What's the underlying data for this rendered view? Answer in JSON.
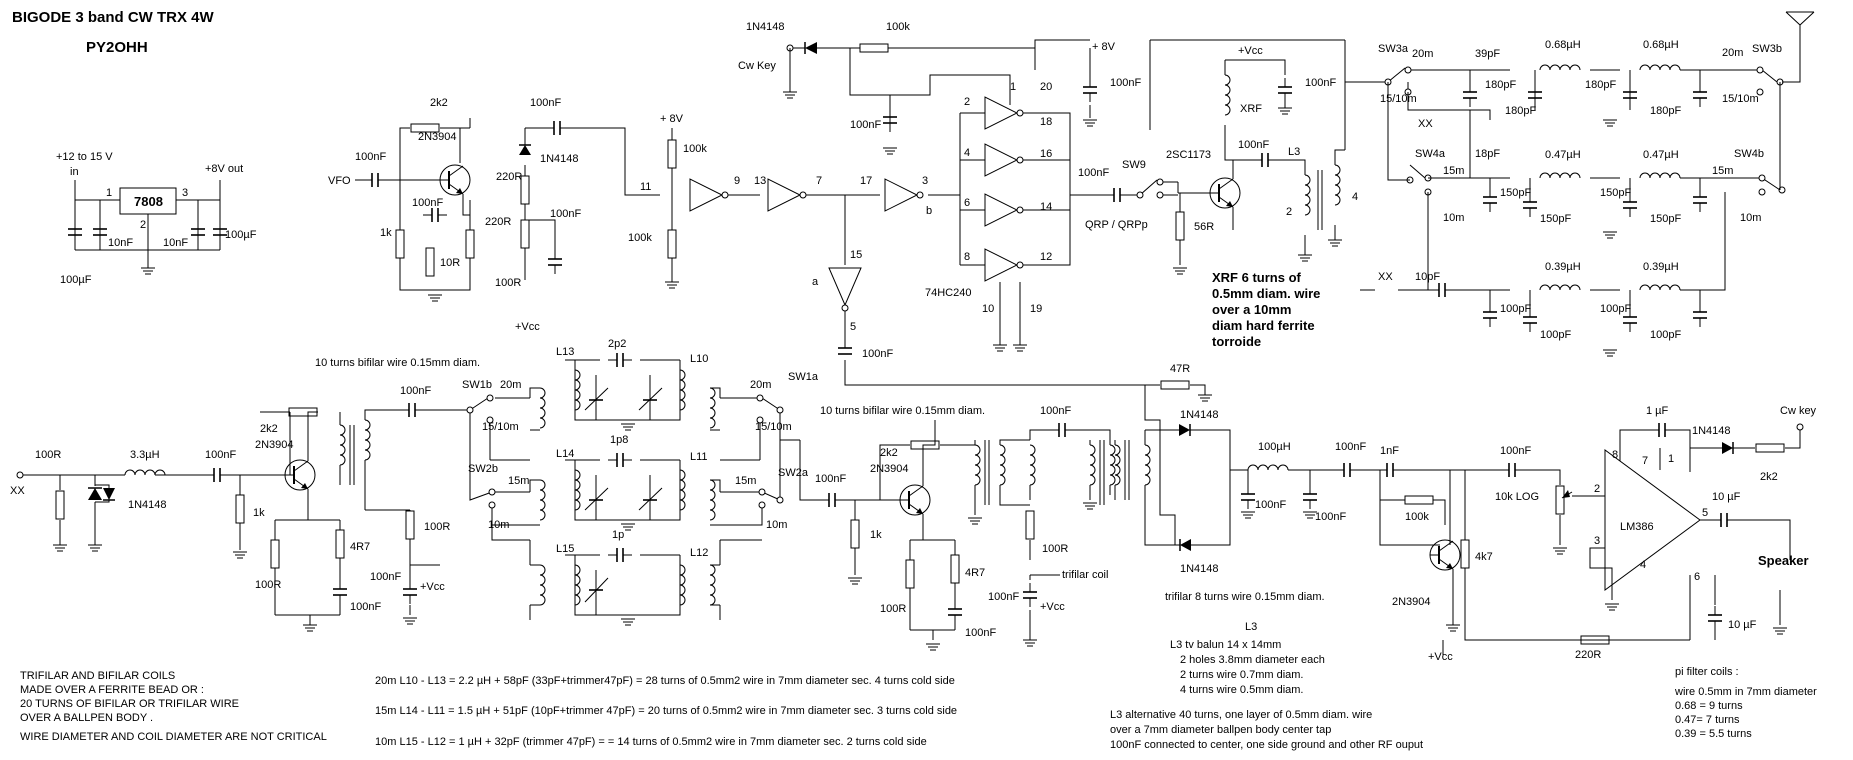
{
  "title": {
    "line1": "BIGODE 3 band CW TRX 4W",
    "line2": "PY2OHH"
  },
  "regulator": {
    "supply_in": "+12 to 15 V",
    "in": "in",
    "out": "+8V out",
    "chip": "7808",
    "pin1": "1",
    "pin2": "2",
    "pin3": "3",
    "c1": "100µF",
    "c2": "10nF",
    "c3": "10nF",
    "c4": "100µF"
  },
  "vfo_section": {
    "vfo": "VFO",
    "c_in": "100nF",
    "r_top": "2k2",
    "q": "2N3904",
    "d": "1N4148",
    "c_top": "100nF",
    "r_e": "220R",
    "c_e": "100nF",
    "r_e2": "220R",
    "r_b": "1k",
    "r_10": "10R",
    "c_d": "100nF",
    "r_d": "100R",
    "vcc": "+Vcc"
  },
  "buffer": {
    "v8": "+ 8V",
    "r1": "100k",
    "r2": "100k",
    "p11": "11",
    "p9": "9",
    "p13": "13",
    "p7": "7",
    "p17": "17",
    "p3": "3",
    "p15": "15",
    "p5": "5",
    "a": "a",
    "b": "b",
    "c": "100nF"
  },
  "key_section": {
    "cw_key": "Cw Key",
    "d": "1N4148",
    "r": "100k",
    "v8": "+ 8V",
    "c": "100nF",
    "c2": "100nF",
    "p1": "1",
    "p20": "20"
  },
  "driver": {
    "chip": "74HC240",
    "p2": "2",
    "p4": "4",
    "p6": "6",
    "p8": "8",
    "p18": "18",
    "p16": "16",
    "p14": "14",
    "p12": "12",
    "p10": "10",
    "p19": "19",
    "c": "100nF"
  },
  "pa": {
    "sw": "SW9",
    "qrp": "QRP / QRPp",
    "q": "2SC1173",
    "r": "56R",
    "vcc": "+Vcc",
    "c": "100nF",
    "xrf": "XRF",
    "c2": "100nF",
    "l3": "L3",
    "p2": "2",
    "p4": "4",
    "note": [
      "XRF 6 turns of",
      "0.5mm diam. wire",
      "over a 10mm",
      "diam hard ferrite",
      "torroide"
    ]
  },
  "filters": {
    "sw3a": "SW3a",
    "sw3b": "SW3b",
    "sw4a": "SW4a",
    "sw4b": "SW4b",
    "b20": "20m",
    "b20r": "20m",
    "b1510": "15/10m",
    "b1510r": "15/10m",
    "b15": "15m",
    "b15r": "15m",
    "b10": "10m",
    "b10r": "10m",
    "xx1": "XX",
    "xx2": "XX",
    "row1": {
      "c_in": "39pF",
      "l1": "0.68µH",
      "l2": "0.68µH",
      "ca": "180pF",
      "cb": "180pF",
      "cc": "180pF",
      "cd": "180pF"
    },
    "row2": {
      "c_in": "18pF",
      "l1": "0.47µH",
      "l2": "0.47µH",
      "ca": "150pF",
      "cb": "150pF",
      "cc": "150pF",
      "cd": "150pF"
    },
    "row3": {
      "c_in": "10pF",
      "l1": "0.39µH",
      "l2": "0.39µH",
      "ca": "100pF",
      "cb": "100pF",
      "cc": "100pF",
      "cd": "100pF"
    }
  },
  "rx_front": {
    "xx": "XX",
    "r": "100R",
    "l": "3.3µH",
    "d": "1N4148",
    "c": "100nF",
    "r2": "1k",
    "rb": "2k2",
    "q": "2N3904",
    "re": "4R7",
    "re2": "100R",
    "ce": "100nF",
    "note": "10 turns bifilar wire 0.15mm diam.",
    "c_out": "100nF",
    "r_col": "100R",
    "c_col": "100nF",
    "vcc": "+Vcc"
  },
  "bandpass": {
    "sw1b": "SW1b",
    "sw2b": "SW2b",
    "sw1a": "SW1a",
    "sw2a": "SW2a",
    "b20a": "20m",
    "b1510a": "15/10m",
    "b15a": "15m",
    "b10a": "10m",
    "b20b": "20m",
    "b1510b": "15/10m",
    "b15b": "15m",
    "b10b": "10m",
    "l13": "L13",
    "l10": "L10",
    "l14": "L14",
    "l11": "L11",
    "l15": "L15",
    "l12": "L12",
    "c1": "2p2",
    "c2": "1p8",
    "c3": "1p"
  },
  "rx_amp2": {
    "note": "10 turns bifilar wire 0.15mm diam.",
    "c_in": "100nF",
    "rb": "2k2",
    "q": "2N3904",
    "r": "1k",
    "re": "4R7",
    "re2": "100R",
    "ce": "100nF",
    "c_top": "100nF",
    "r_col": "100R",
    "c_col": "100nF",
    "vcc": "+Vcc",
    "trifilar": "trifilar coil"
  },
  "mixer": {
    "r": "47R",
    "d1": "1N4148",
    "d2": "1N4148",
    "l": "100µH",
    "c1": "100nF",
    "c2": "100nF",
    "c3": "100nF",
    "note": "trifilar 8 turns wire 0.15mm diam."
  },
  "audio": {
    "c1": "1nF",
    "r1": "100k",
    "q": "2N3904",
    "r2": "4k7",
    "c2": "100nF",
    "pot": "10k LOG",
    "vcc": "+Vcc",
    "r3": "220R",
    "chip": "LM386",
    "c_fb": "1 µF",
    "d": "1N4148",
    "r_key": "2k2",
    "cw_key": "Cw key",
    "c_out": "10 µF",
    "c_by": "10 µF",
    "speaker": "Speaker",
    "p2": "2",
    "p3": "3",
    "p4": "4",
    "p5": "5",
    "p6": "6",
    "p7": "7",
    "p8": "8",
    "p1": "1"
  },
  "notes": {
    "coils": [
      "TRIFILAR AND BIFILAR COILS",
      "MADE OVER A FERRITE BEAD    OR :",
      "20 TURNS OF BIFILAR OR TRIFILAR WIRE",
      "OVER A BALLPEN BODY .",
      "WIRE DIAMETER AND COIL DIAMETER ARE NOT CRITICAL"
    ],
    "bands": [
      "20m L10 - L13 =  2.2 µH + 58pF (33pF+trimmer47pF) = 28 turns of 0.5mm2 wire in 7mm diameter sec. 4 turns cold side",
      "15m L14 - L11 = 1.5 µH + 51pF (10pF+trimmer 47pF) = 20 turns of 0.5mm2 wire in 7mm diameter sec. 3 turns cold side",
      "10m L15 - L12 = 1 µH + 32pF (trimmer 47pF) = = 14 turns of 0.5mm2 wire in 7mm diameter sec. 2 turns cold side"
    ],
    "l3": [
      "L3",
      "L3 tv balun 14 x 14mm",
      "2 holes 3.8mm diameter each",
      "2 turns wire 0.7mm diam.",
      "4 turns wire 0.5mm diam."
    ],
    "l3alt": [
      "L3 alternative 40 turns, one layer of 0.5mm diam. wire",
      "over a 7mm diameter ballpen body center tap",
      "100nF connected to center, one side ground and  other RF ouput"
    ],
    "pi": [
      "pi filter coils :",
      "wire 0.5mm in 7mm diameter",
      "0.68 = 9 turns",
      "0.47= 7 turns",
      "0.39 = 5.5 turns"
    ]
  }
}
